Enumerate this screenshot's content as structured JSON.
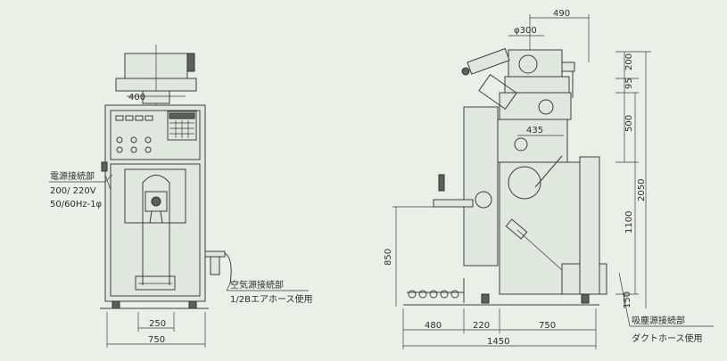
{
  "labels": {
    "power": "電源接続部",
    "voltage": "200/ 220V",
    "freq": "50/60Hz-1φ",
    "air": "空気源接続部",
    "air_hose": "1/2Bエアホース使用",
    "suction": "吸塵源接続部",
    "duct": "ダクトホース使用"
  },
  "dims": {
    "d490": "490",
    "d300": "φ300",
    "d200": "200",
    "d95": "95",
    "d500": "500",
    "d435": "435",
    "d2050": "2050",
    "d1100": "1100",
    "d850": "850",
    "d150": "150",
    "d480": "480",
    "d220": "220",
    "d750r": "750",
    "d1450": "1450",
    "d400": "400",
    "d250": "250",
    "d750": "750"
  },
  "colors": {
    "background": "#e9f1e6",
    "line": "#3a3f3a"
  }
}
